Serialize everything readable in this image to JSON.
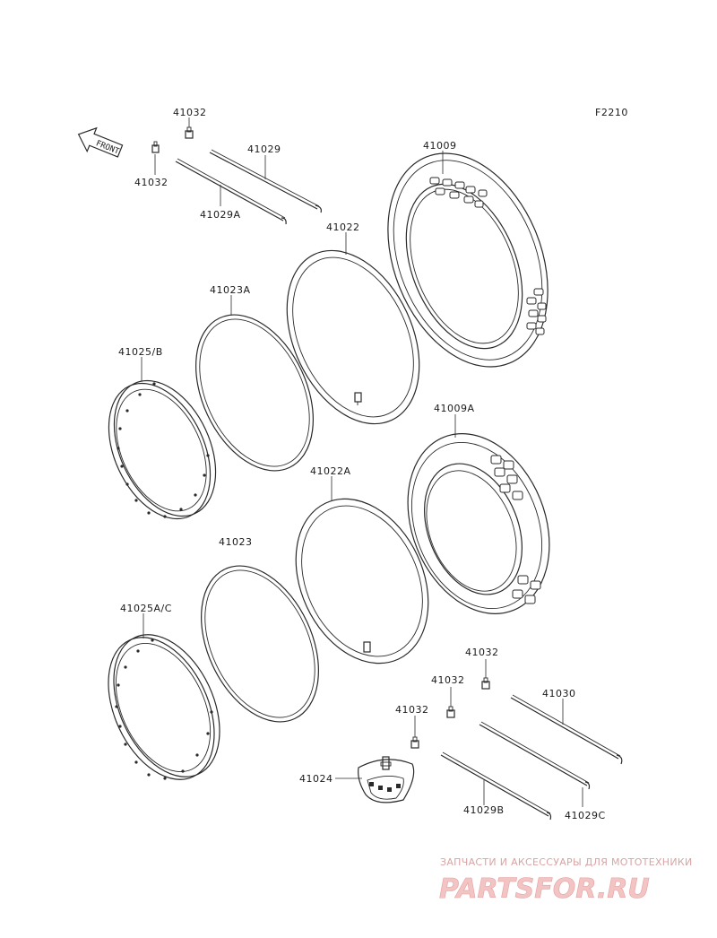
{
  "diagram": {
    "code": "F2210",
    "front_label": "FRONT",
    "callouts": {
      "c41032_a": "41032",
      "c41032_b": "41032",
      "c41029": "41029",
      "c41029A": "41029A",
      "c41009": "41009",
      "c41022": "41022",
      "c41023A": "41023A",
      "c41025B": "41025/B",
      "c41009A": "41009A",
      "c41022A": "41022A",
      "c41023": "41023",
      "c41025AC": "41025A/C",
      "c41032_c": "41032",
      "c41032_d": "41032",
      "c41030": "41030",
      "c41032_e": "41032",
      "c41024": "41024",
      "c41029B": "41029B",
      "c41029C": "41029C"
    }
  },
  "watermark": {
    "tagline": "ЗАПЧАСТИ И АКСЕССУАРЫ ДЛЯ МОТОТЕХНИКИ",
    "site": "PARTSFOR.RU",
    "color": "#e88a8a"
  }
}
